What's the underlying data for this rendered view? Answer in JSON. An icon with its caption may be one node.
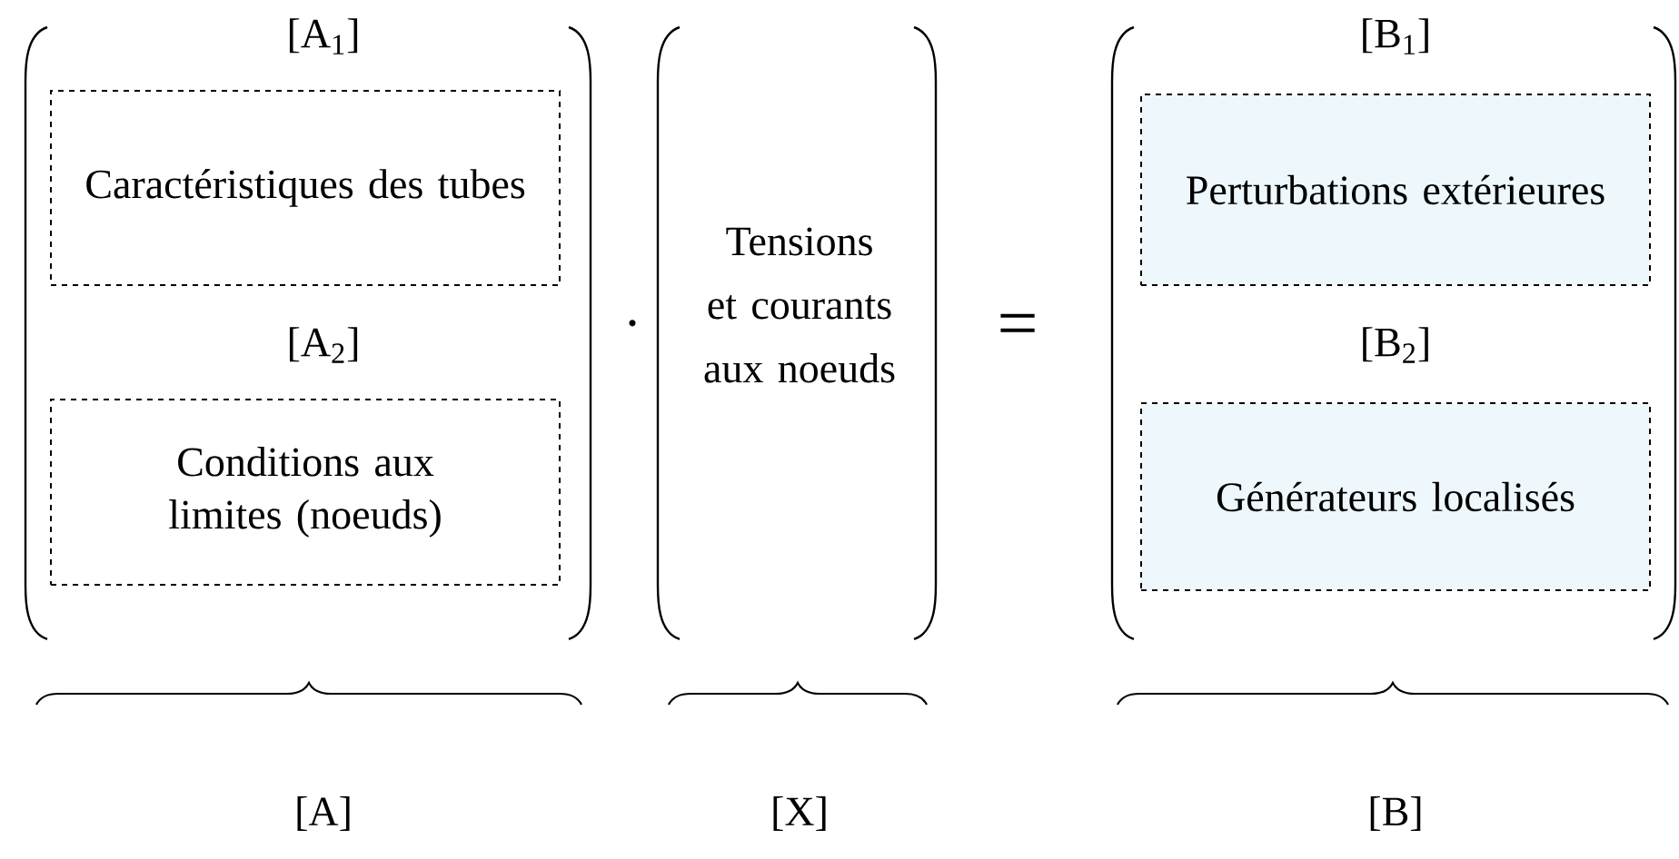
{
  "diagram": {
    "nodes": [
      {
        "text": [
          "[A$_{1}$]",
          "Caractéristiques des tubes"
        ]
      },
      {
        "text": [
          "[A$_{2}$]",
          "Conditions aux limites (noeuds)"
        ]
      },
      {
        "text": [
          "[B$_{1}$]",
          "Perturbations extérieures"
        ]
      },
      {
        "text": [
          "[B$_{2}$]",
          "Générateurs localisés"
        ]
      }
    ],
    "labels": [
      "·",
      "Tensions et courants aux noeuds",
      "=",
      "[A]",
      "[X]",
      "[B]"
    ]
  }
}
